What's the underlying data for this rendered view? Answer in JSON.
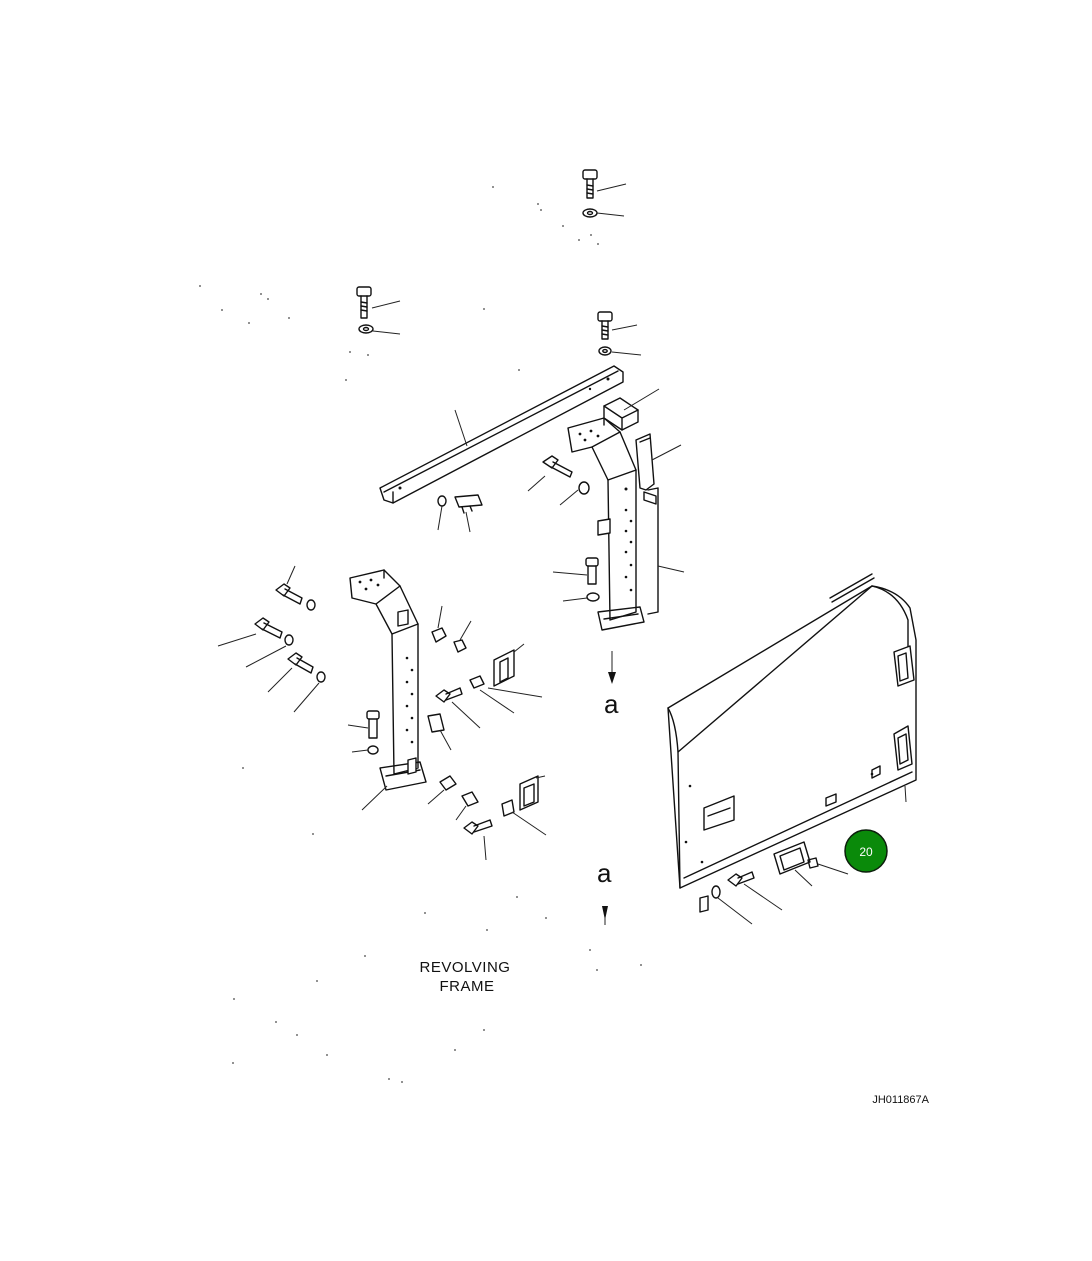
{
  "diagram": {
    "view_arrow_labels": [
      "a",
      "a"
    ],
    "frame_label_line1": "REVOLVING",
    "frame_label_line2": "FRAME",
    "drawing_code": "JH011867A",
    "callout": {
      "number": "20",
      "color": "#0a8a0a",
      "border_color": "#0d1f0d"
    }
  }
}
